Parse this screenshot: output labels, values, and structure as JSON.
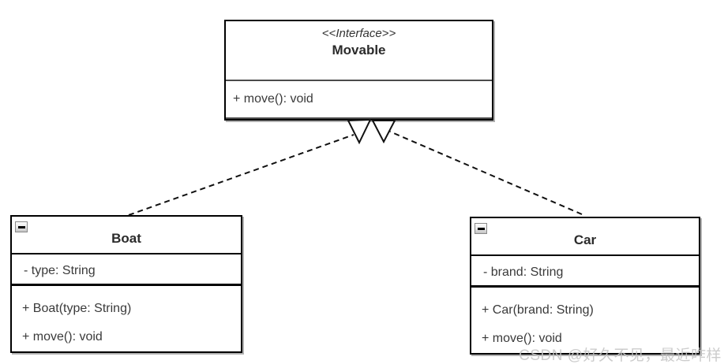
{
  "diagram": {
    "movable": {
      "stereotype": "<<Interface>>",
      "name": "Movable",
      "methods": [
        "+ move(): void"
      ]
    },
    "boat": {
      "name": "Boat",
      "attributes": [
        "- type: String"
      ],
      "methods": [
        "+ Boat(type: String)",
        "+ move(): void"
      ]
    },
    "car": {
      "name": "Car",
      "attributes": [
        "- brand: String"
      ],
      "methods": [
        "+ Car(brand: String)",
        "+ move(): void"
      ]
    },
    "relationships": [
      {
        "from": "Boat",
        "to": "Movable",
        "type": "realization",
        "line": "dashed",
        "arrowhead": "hollow-triangle"
      },
      {
        "from": "Car",
        "to": "Movable",
        "type": "realization",
        "line": "dashed",
        "arrowhead": "hollow-triangle"
      }
    ],
    "icons": {
      "collapse": "minus-icon"
    }
  },
  "watermark": "CSDN @好久不见，最近咋样",
  "colors": {
    "background": "#ffffff",
    "box_border": "#000000",
    "box_shadow": "#b0b0b0",
    "text": "#3a3a3a",
    "line": "#111111",
    "arrow_fill": "#ffffff",
    "watermark": "#c5c5c5"
  }
}
